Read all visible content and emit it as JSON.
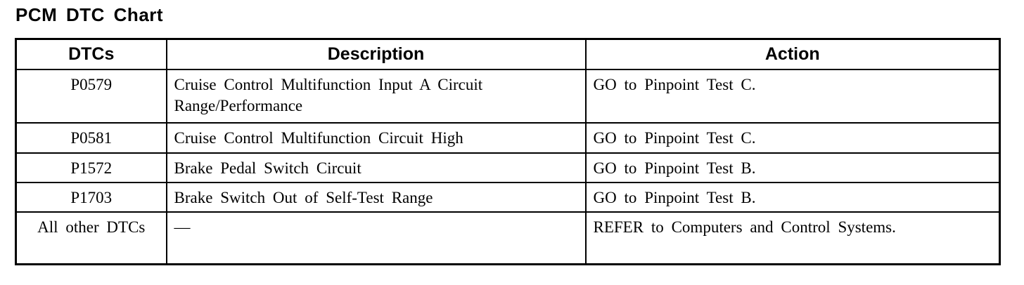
{
  "page": {
    "title": "PCM DTC Chart"
  },
  "table": {
    "columns": [
      {
        "label": "DTCs"
      },
      {
        "label": "Description"
      },
      {
        "label": "Action"
      }
    ],
    "rows": [
      {
        "dtc": "P0579",
        "description": "Cruise Control Multifunction Input A Circuit Range/Performance",
        "action": "GO to Pinpoint Test C."
      },
      {
        "dtc": "P0581",
        "description": "Cruise Control Multifunction Circuit High",
        "action": "GO to Pinpoint Test C."
      },
      {
        "dtc": "P1572",
        "description": "Brake Pedal Switch Circuit",
        "action": "GO to Pinpoint Test B."
      },
      {
        "dtc": "P1703",
        "description": "Brake Switch Out of Self-Test Range",
        "action": "GO to Pinpoint Test B."
      },
      {
        "dtc": "All other DTCs",
        "description": "—",
        "action": "REFER to Computers and Control Systems."
      }
    ]
  },
  "colors": {
    "text": "#000000",
    "background": "#ffffff",
    "border": "#000000"
  }
}
